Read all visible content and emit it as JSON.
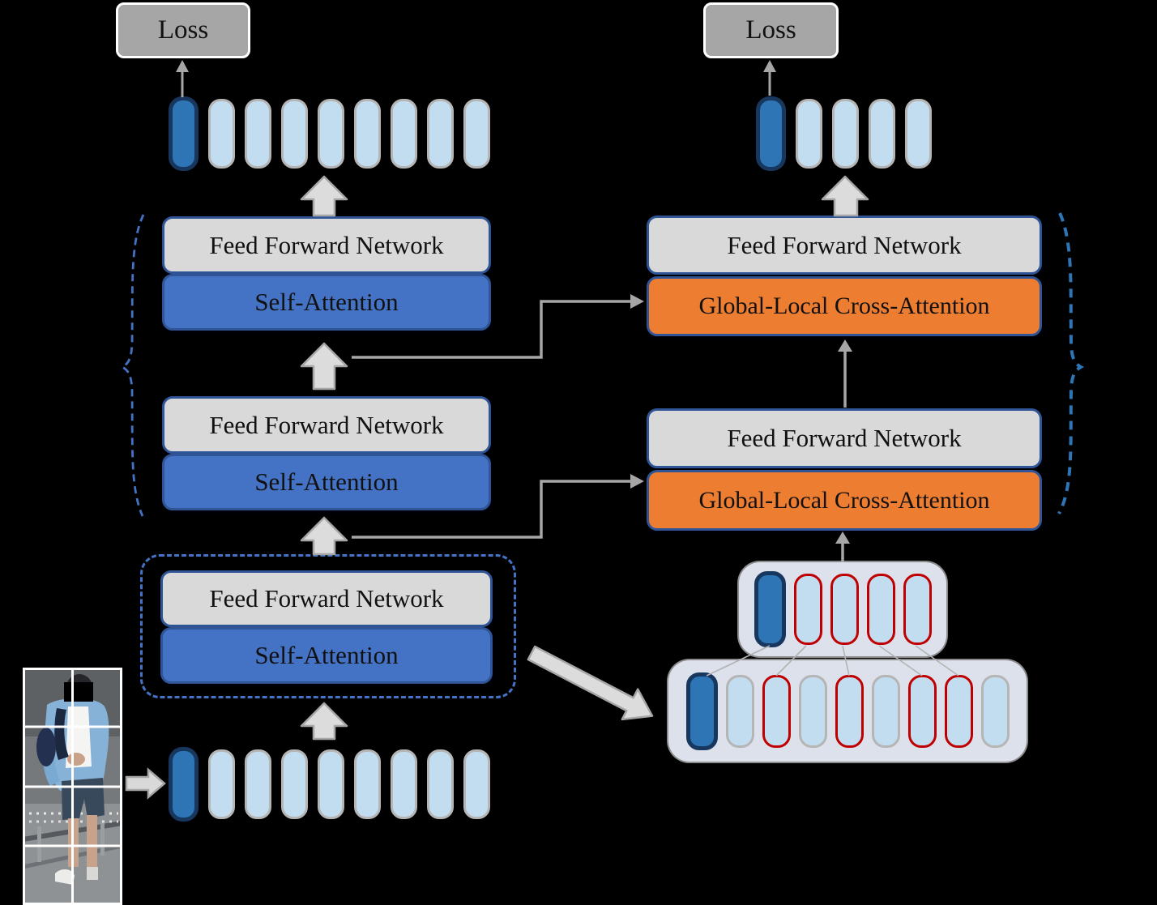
{
  "labels": {
    "loss": "Loss",
    "ffn": "Feed Forward Network",
    "self_attention": "Self-Attention",
    "glca": "Global-Local Cross-Attention"
  },
  "tokens": {
    "left_top": [
      "cls",
      "plain",
      "plain",
      "plain",
      "plain",
      "plain",
      "plain",
      "plain",
      "plain"
    ],
    "left_bottom": [
      "cls",
      "plain",
      "plain",
      "plain",
      "plain",
      "plain",
      "plain",
      "plain",
      "plain"
    ],
    "right_top": [
      "cls",
      "plain",
      "plain",
      "plain",
      "plain"
    ],
    "selected_panel": [
      "cls",
      "red",
      "red",
      "red",
      "red"
    ],
    "full_panel": [
      "cls",
      "plain",
      "red",
      "plain",
      "red",
      "plain",
      "red",
      "red",
      "plain"
    ]
  },
  "counts": {
    "left_top_tokens": 9,
    "left_bottom_tokens": 9,
    "right_top_tokens": 5,
    "selected_panel_tokens": 5,
    "full_panel_tokens": 9
  },
  "icons": {
    "up_block_arrow": "block-arrow-up",
    "right_block_arrow": "block-arrow-right",
    "diagonal_block_arrow": "block-arrow-down-right",
    "thin_arrow": "arrow-up",
    "elbow_connector": "elbow-arrow-right",
    "brace": "dashed-curly-brace"
  },
  "colors": {
    "background": "#000000",
    "ffn_fill": "#d9d9d9",
    "self_attention_fill": "#4472c4",
    "glca_fill": "#ed7d31",
    "loss_fill": "#a6a6a6",
    "box_border": "#2f5597",
    "cls_token_fill": "#2e75b6",
    "cls_token_border": "#17375e",
    "patch_token_fill": "#c3ddf0",
    "patch_token_border": "#b5b5b5",
    "selected_token_border": "#c00000",
    "panel_fill": "#dce1ec",
    "connector": "#a6a6a6",
    "brace_blue": "#4472c4",
    "brace_right_blue": "#2e75b6"
  }
}
